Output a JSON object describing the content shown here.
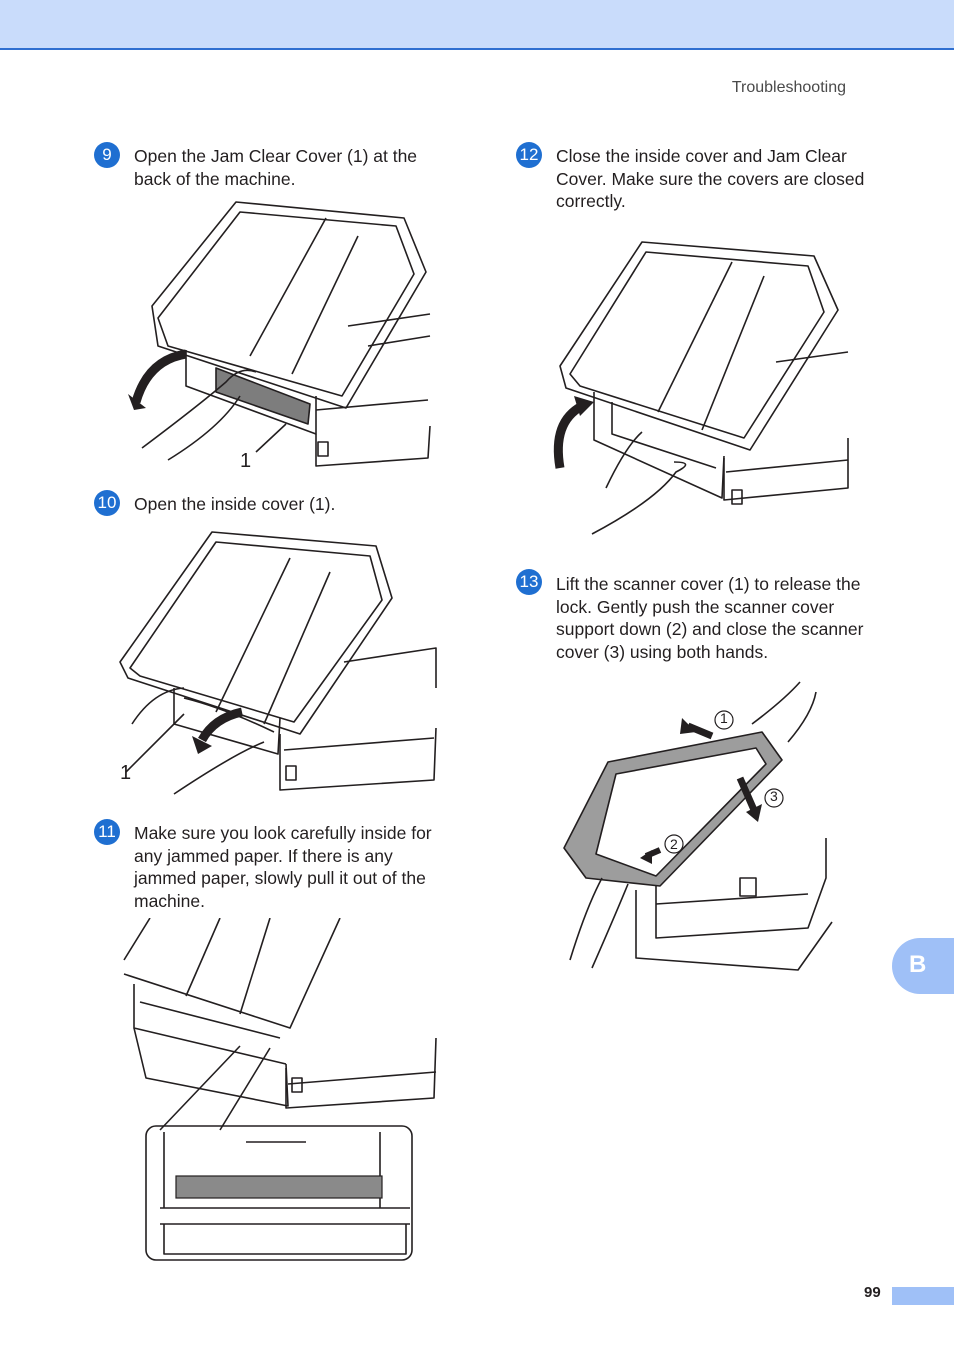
{
  "header": {
    "section": "Troubleshooting"
  },
  "steps": [
    {
      "number": "9",
      "text": "Open the Jam Clear Cover (1) at the back of the machine.",
      "callouts": [
        "1"
      ]
    },
    {
      "number": "10",
      "text": "Open the inside cover (1).",
      "callouts": [
        "1"
      ]
    },
    {
      "number": "11",
      "text": "Make sure you look carefully inside for any jammed paper. If there is any jammed paper, slowly pull it out of the machine."
    },
    {
      "number": "12",
      "text": "Close the inside cover and Jam Clear Cover. Make sure the covers are closed correctly."
    },
    {
      "number": "13",
      "text": "Lift the scanner cover (1) to release the lock. Gently push the scanner cover support down (2) and close the scanner cover (3) using both hands.",
      "callouts": [
        "1",
        "2",
        "3"
      ]
    }
  ],
  "side_tab": "B",
  "footer": {
    "page_number": "99"
  }
}
